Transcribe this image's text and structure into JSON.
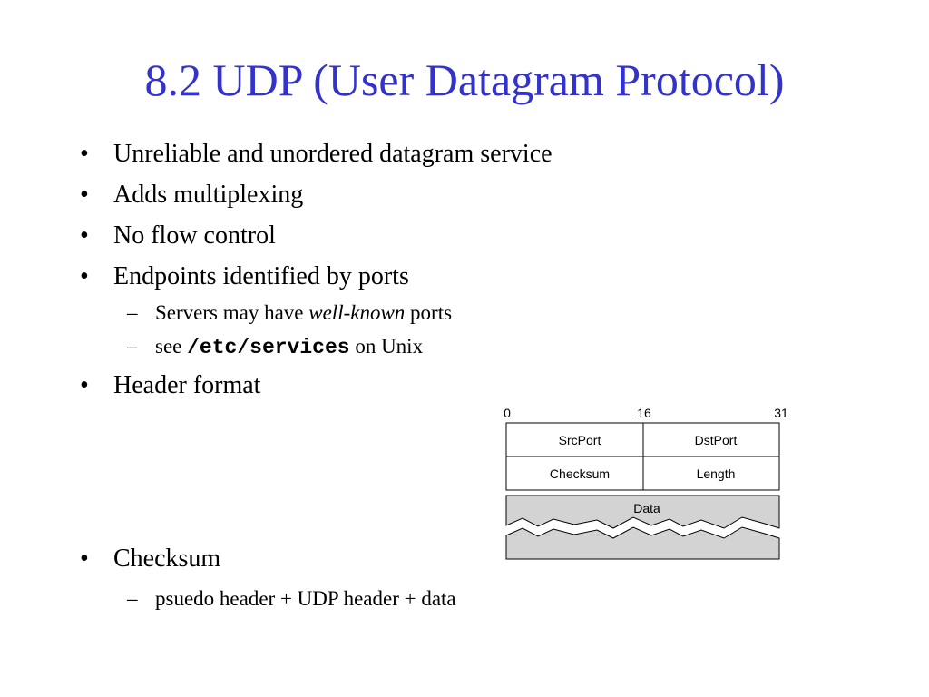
{
  "slide": {
    "title": "8.2 UDP (User Datagram Protocol)",
    "bullets": [
      "Unreliable and unordered datagram service",
      "Adds multiplexing",
      "No flow control",
      "Endpoints identified by ports",
      "Header format",
      "Checksum"
    ],
    "sub_servers": {
      "before": "Servers may have ",
      "emph": "well-known",
      "after": " ports"
    },
    "sub_see": {
      "before": "see ",
      "code": "/etc/services",
      "after": " on Unix"
    },
    "sub_checksum": "psuedo header + UDP header + data",
    "bullet_glyph": "•",
    "dash_glyph": "–"
  },
  "diagram": {
    "bit_labels": [
      "0",
      "16",
      "31"
    ],
    "row1": [
      "SrcPort",
      "DstPort"
    ],
    "row2": [
      "Checksum",
      "Length"
    ],
    "data_label": "Data",
    "colors": {
      "data_fill": "#d3d3d3",
      "stroke": "#000000"
    }
  },
  "colors": {
    "title": "#3333cc",
    "text": "#000000",
    "background": "#ffffff"
  }
}
